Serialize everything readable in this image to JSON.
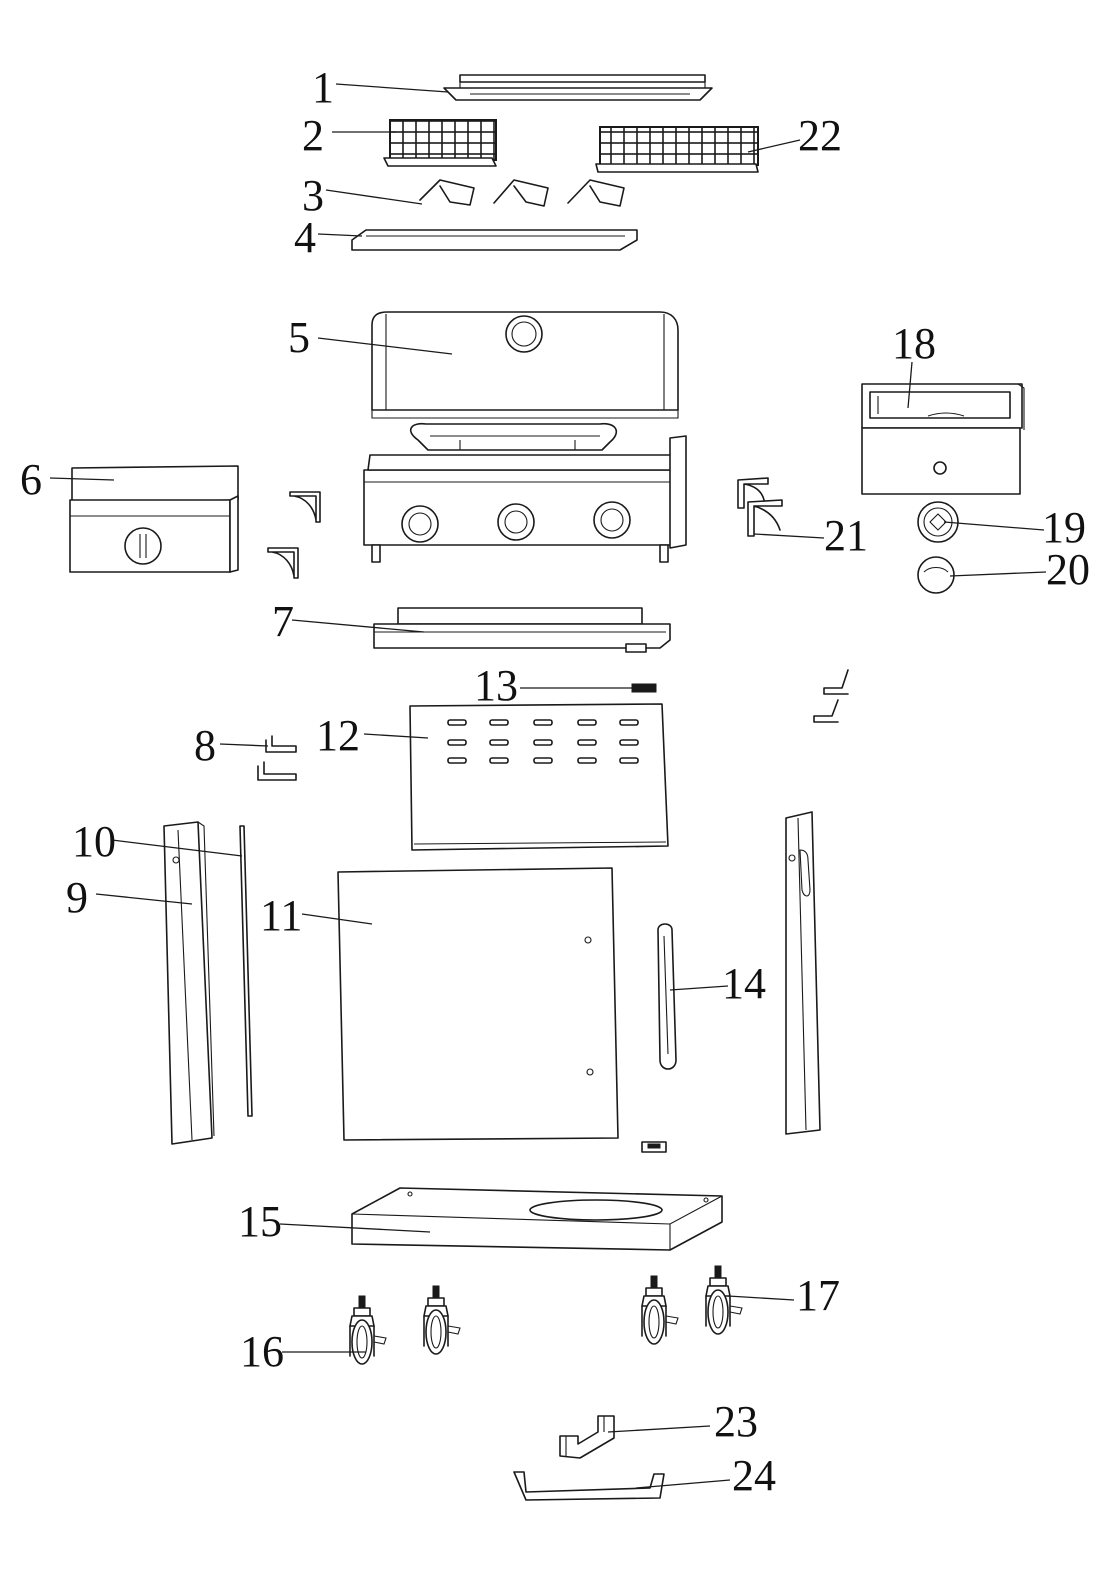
{
  "colors": {
    "line": "#1a1a1a",
    "background": "#ffffff"
  },
  "callouts": [
    "1",
    "2",
    "3",
    "4",
    "5",
    "6",
    "7",
    "8",
    "9",
    "10",
    "11",
    "12",
    "13",
    "14",
    "15",
    "16",
    "17",
    "18",
    "19",
    "20",
    "21",
    "22",
    "23",
    "24"
  ]
}
